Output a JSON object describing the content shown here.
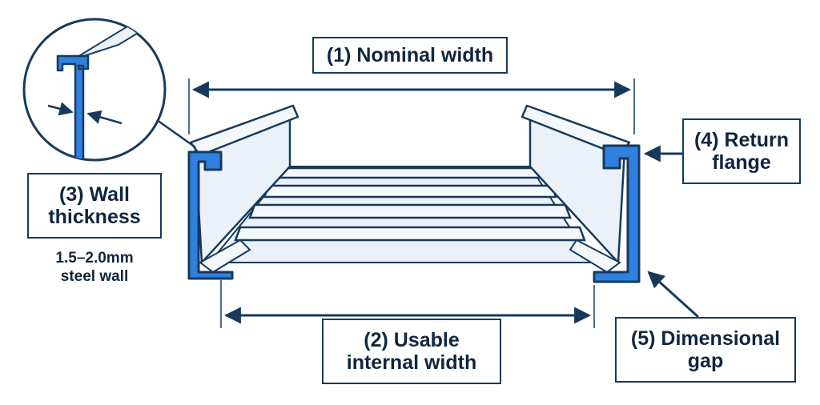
{
  "colors": {
    "outline": "#173a5c",
    "accent_blue": "#2f80e0",
    "accent_blue_dark": "#1d5fae",
    "tray_fill": "#eaf1f8",
    "rung_fill": "#f4f8fc"
  },
  "labels": {
    "nominal_width": "(1) Nominal width",
    "usable_width_line1": "(2) Usable",
    "usable_width_line2": "internal width",
    "wall_thickness_line1": "(3) Wall",
    "wall_thickness_line2": "thickness",
    "wall_spec_line1": "1.5–2.0mm",
    "wall_spec_line2": "steel wall",
    "return_flange_line1": "(4) Return",
    "return_flange_line2": "flange",
    "dimensional_gap_line1": "(5) Dimensional",
    "dimensional_gap_line2": "gap"
  },
  "icons": {
    "detail_magnifier": "magnifier-circle-icon",
    "arrows": "dimension-arrow-icon"
  }
}
